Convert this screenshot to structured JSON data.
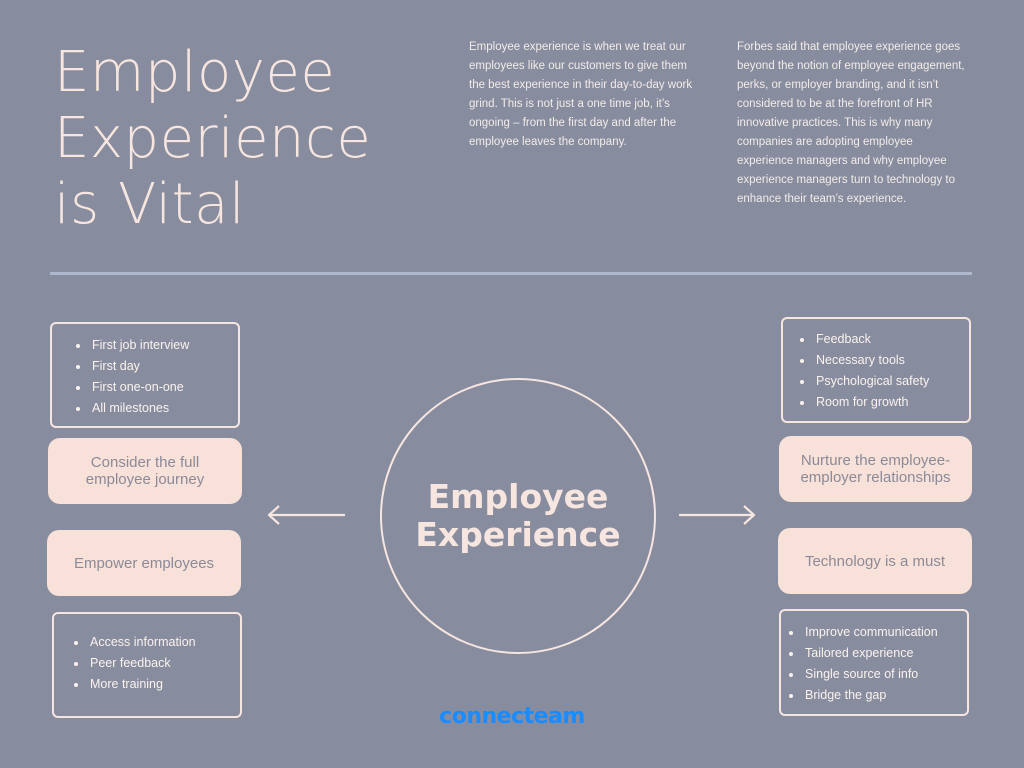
{
  "title": {
    "line1": "Employee",
    "line2": "Experience",
    "line3": "is Vital"
  },
  "intro": {
    "paragraph1": "Employee experience is when we treat our employees like our customers to give them the best experience in their day-to-day work grind. This is not just a one time job, it’s ongoing – from the first day and after the employee leaves the company.",
    "paragraph2": "Forbes said that employee experience goes beyond the notion of employee engagement, perks, or employer branding, and it isn’t considered to be at the forefront of HR innovative practices. This is why many companies are adopting employee experience managers and why employee experience managers turn to technology to enhance their team’s experience."
  },
  "center": {
    "line1": "Employee",
    "line2": "Experience"
  },
  "left": {
    "top_list": [
      "First job interview",
      "First day",
      "First one-on-one",
      "All milestones"
    ],
    "pill1": "Consider the full employee journey",
    "pill2": "Empower employees",
    "bottom_list": [
      "Access information",
      "Peer feedback",
      "More training"
    ]
  },
  "right": {
    "top_list": [
      "Feedback",
      "Necessary tools",
      "Psychological safety",
      "Room for growth"
    ],
    "pill1": "Nurture the employee-employer relationships",
    "pill2": "Technology is a must",
    "bottom_list": [
      "Improve communication",
      "Tailored experience",
      "Single source of info",
      "Bridge the gap"
    ]
  },
  "logo": "connecteam",
  "colors": {
    "background": "#878c9e",
    "text": "#f7e5df",
    "pill_fill": "#f7e1d9",
    "pill_text": "#8c8a98",
    "divider": "#aeb7cc",
    "logo": "#1a8cff"
  }
}
